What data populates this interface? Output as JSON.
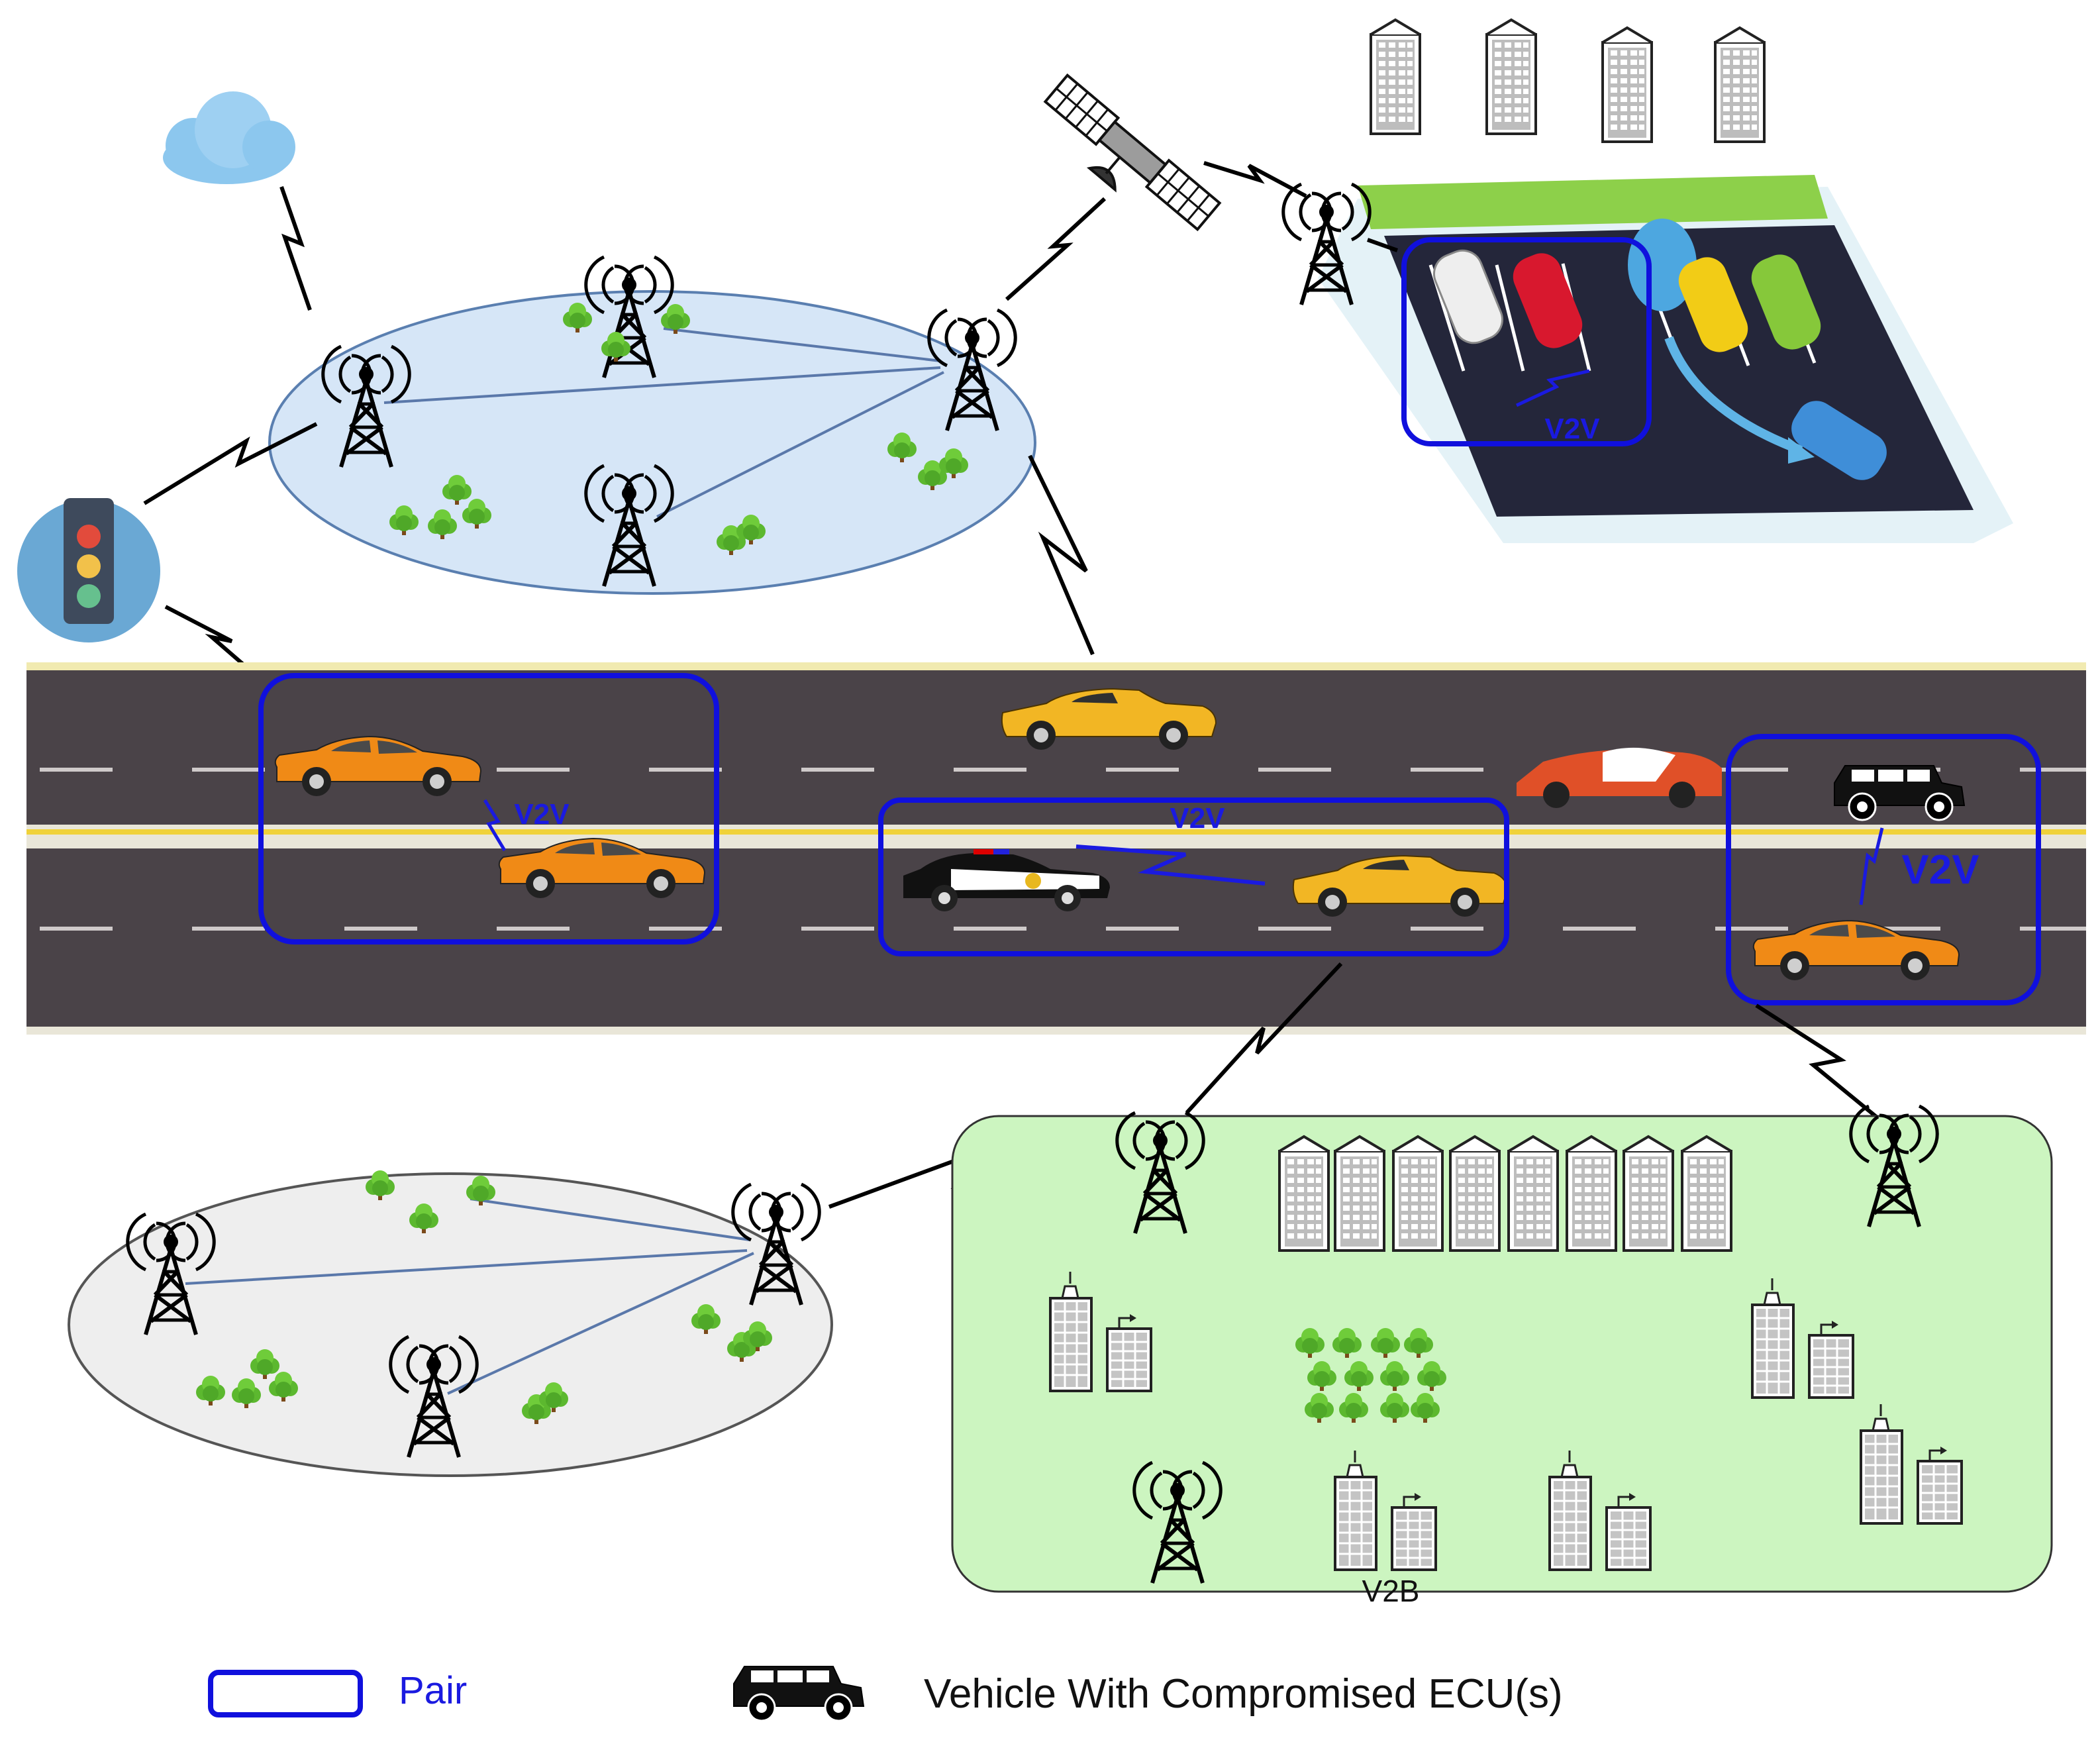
{
  "labels": {
    "v2v_parking": "V2V",
    "v2v_left_pair": "V2V",
    "v2v_middle_pair": "V2V",
    "v2v_right_pair": "V2V",
    "v2b": "V2B"
  },
  "legend": {
    "pair_label": "Pair",
    "compromised_label": "Vehicle With Compromised ECU(s)"
  },
  "icons": {
    "cloud": "cloud-icon",
    "traffic_light": "traffic-light-icon",
    "satellite": "satellite-icon",
    "tower": "cell-tower-icon",
    "tree": "tree-icon",
    "building": "building-icon",
    "car": "car-icon",
    "suv": "suv-icon",
    "police_car": "police-car-icon",
    "lightning_link": "wireless-link-icon"
  },
  "colors": {
    "pair_box": "#1010dd",
    "pair_text": "#1a1ae0",
    "left_zone_fill": "#d6e6f7",
    "lower_zone_fill": "#eeeeee",
    "city_zone_fill": "#ccf5c0",
    "road": "#4a4348",
    "car_orange": "#f08a16",
    "car_yellow": "#f2b624",
    "compromised_vehicle": "#111111"
  }
}
